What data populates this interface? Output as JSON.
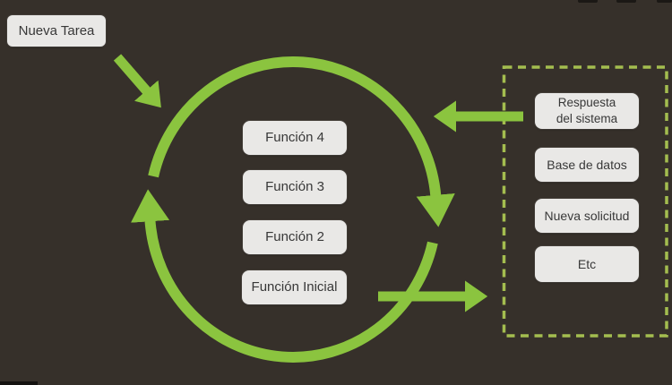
{
  "new_task": {
    "label": "Nueva Tarea"
  },
  "loop_functions": [
    "Función 4",
    "Función 3",
    "Función 2",
    "Función Inicial"
  ],
  "external_tasks": [
    "Respuesta\ndel sistema",
    "Base de datos",
    "Nueva solicitud",
    "Etc"
  ],
  "colors": {
    "background": "#36302a",
    "arrow_green": "#8bc43f",
    "dashed_green": "#a4bd4f",
    "box_background": "#e9e8e6",
    "box_text": "#383838"
  }
}
